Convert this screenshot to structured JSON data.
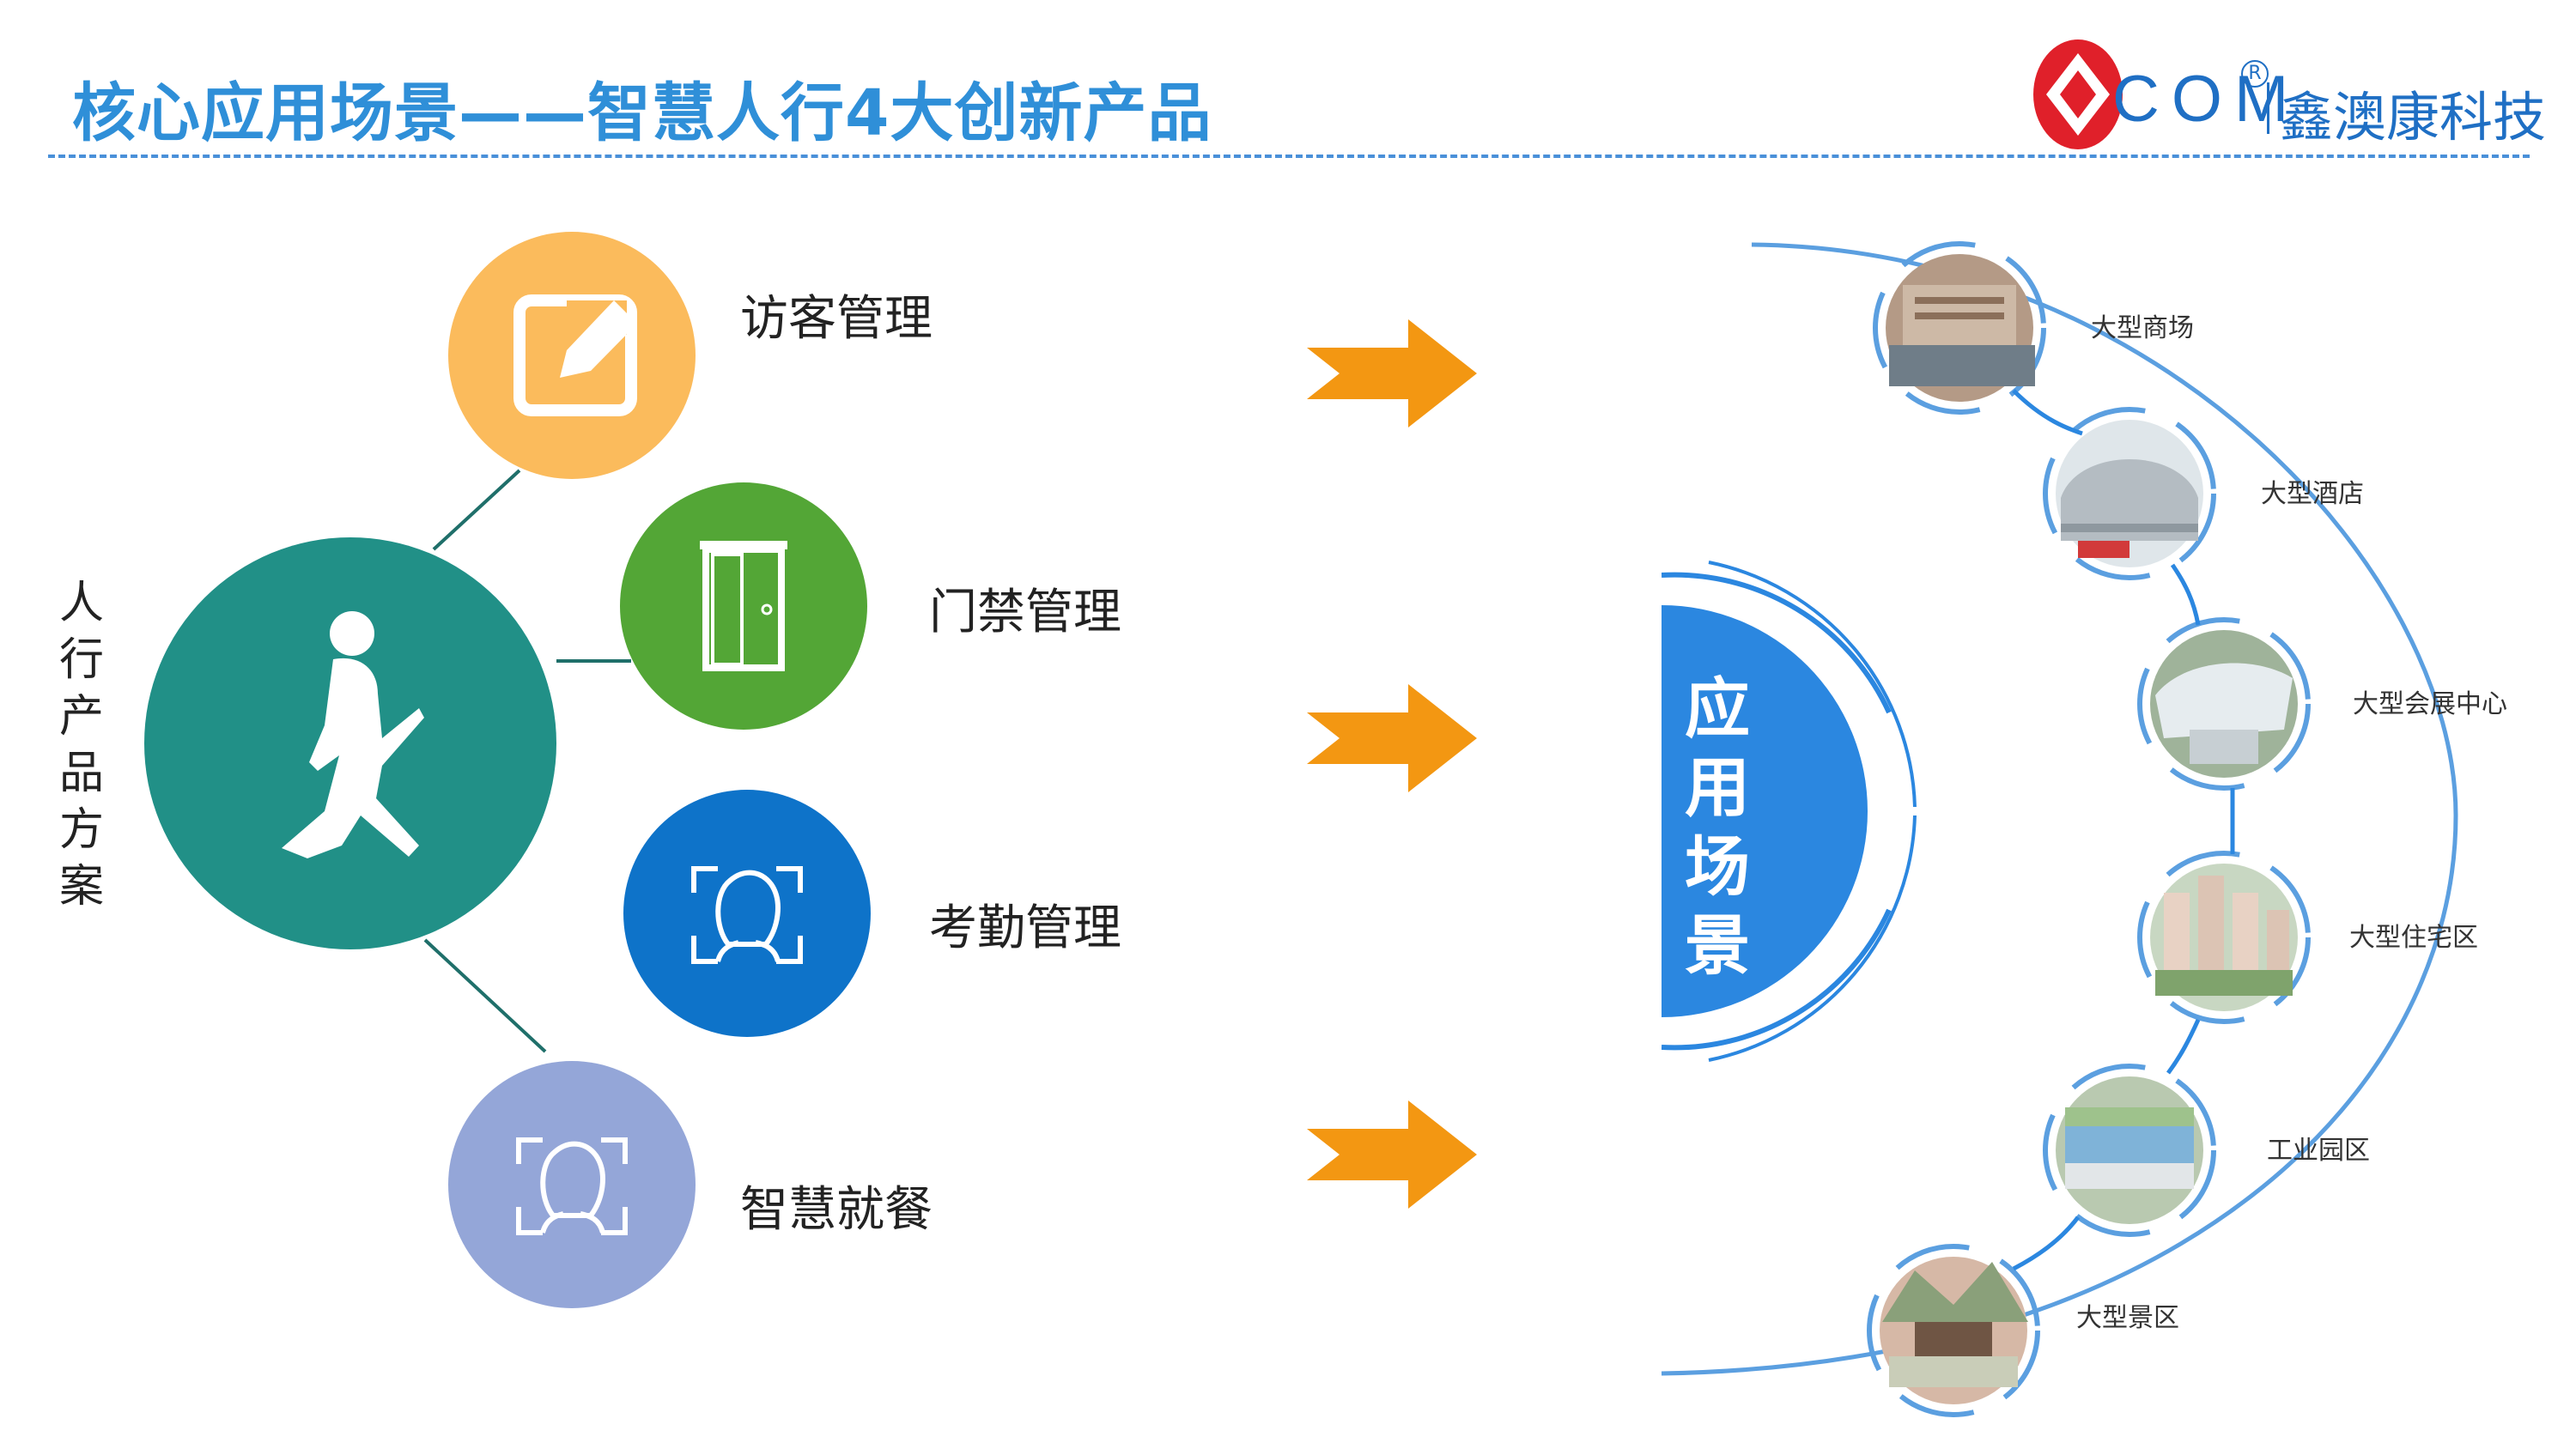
{
  "header": {
    "title": "核心应用场景——智慧人行4大创新产品",
    "logo_text": "COM",
    "logo_registered": "R",
    "logo_company": "鑫澳康科技"
  },
  "left": {
    "vertical_label": "人行产品方案",
    "products": [
      {
        "label": "访客管理",
        "color": "#fbbb5c",
        "icon": "edit-icon"
      },
      {
        "label": "门禁管理",
        "color": "#53a636",
        "icon": "door-icon"
      },
      {
        "label": "考勤管理",
        "color": "#0e73c9",
        "icon": "face-scan-icon"
      },
      {
        "label": "智慧就餐",
        "color": "#94a6d8",
        "icon": "face-scan-icon"
      }
    ],
    "hub_color": "#219087",
    "hub_icon": "walking-person-icon"
  },
  "center": {
    "arrow_color": "#f39712",
    "label": "应用场景",
    "label_color": "#2b87e0"
  },
  "scenes": [
    {
      "label": "大型商场"
    },
    {
      "label": "大型酒店"
    },
    {
      "label": "大型会展中心"
    },
    {
      "label": "大型住宅区"
    },
    {
      "label": "工业园区"
    },
    {
      "label": "大型景区"
    }
  ]
}
